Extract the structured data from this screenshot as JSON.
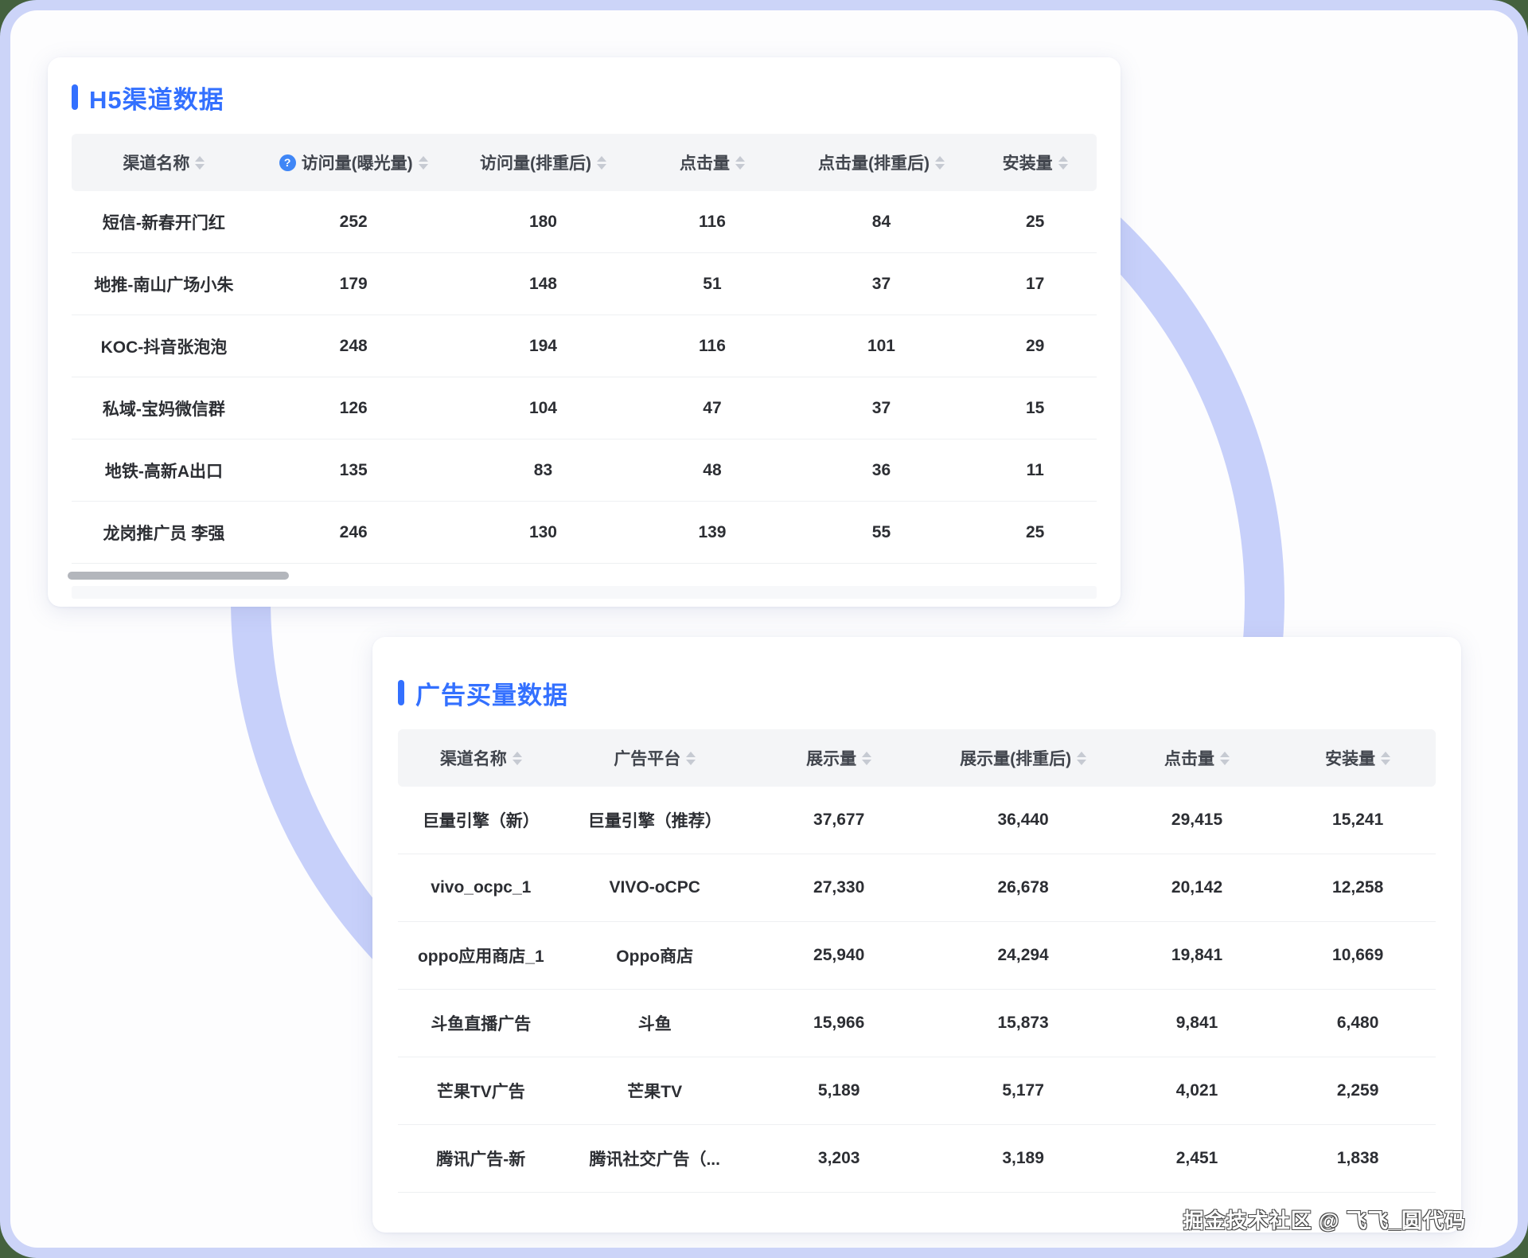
{
  "colors": {
    "accent": "#3370ff",
    "ring": "#c7d0fa",
    "frame": "#ccd4f8",
    "corner": "#44613e",
    "header-bg": "#f4f5f7",
    "thumb": "#b3b6bc"
  },
  "h5_table": {
    "title": "H5渠道数据",
    "help_col": 1,
    "columns": [
      "渠道名称",
      "访问量(曝光量)",
      "访问量(排重后)",
      "点击量",
      "点击量(排重后)",
      "安装量"
    ],
    "rows": [
      [
        "短信-新春开门红",
        "252",
        "180",
        "116",
        "84",
        "25"
      ],
      [
        "地推-南山广场小朱",
        "179",
        "148",
        "51",
        "37",
        "17"
      ],
      [
        "KOC-抖音张泡泡",
        "248",
        "194",
        "116",
        "101",
        "29"
      ],
      [
        "私域-宝妈微信群",
        "126",
        "104",
        "47",
        "37",
        "15"
      ],
      [
        "地铁-高新A出口",
        "135",
        "83",
        "48",
        "36",
        "11"
      ],
      [
        "龙岗推广员 李强",
        "246",
        "130",
        "139",
        "55",
        "25"
      ]
    ]
  },
  "ad_table": {
    "title": "广告买量数据",
    "columns": [
      "渠道名称",
      "广告平台",
      "展示量",
      "展示量(排重后)",
      "点击量",
      "安装量"
    ],
    "rows": [
      [
        "巨量引擎（新）",
        "巨量引擎（推荐）",
        "37,677",
        "36,440",
        "29,415",
        "15,241"
      ],
      [
        "vivo_ocpc_1",
        "VIVO-oCPC",
        "27,330",
        "26,678",
        "20,142",
        "12,258"
      ],
      [
        "oppo应用商店_1",
        "Oppo商店",
        "25,940",
        "24,294",
        "19,841",
        "10,669"
      ],
      [
        "斗鱼直播广告",
        "斗鱼",
        "15,966",
        "15,873",
        "9,841",
        "6,480"
      ],
      [
        "芒果TV广告",
        "芒果TV",
        "5,189",
        "5,177",
        "4,021",
        "2,259"
      ],
      [
        "腾讯广告-新",
        "腾讯社交广告（...",
        "3,203",
        "3,189",
        "2,451",
        "1,838"
      ]
    ]
  },
  "watermark": "掘金技术社区 @ 飞飞_圆代码"
}
